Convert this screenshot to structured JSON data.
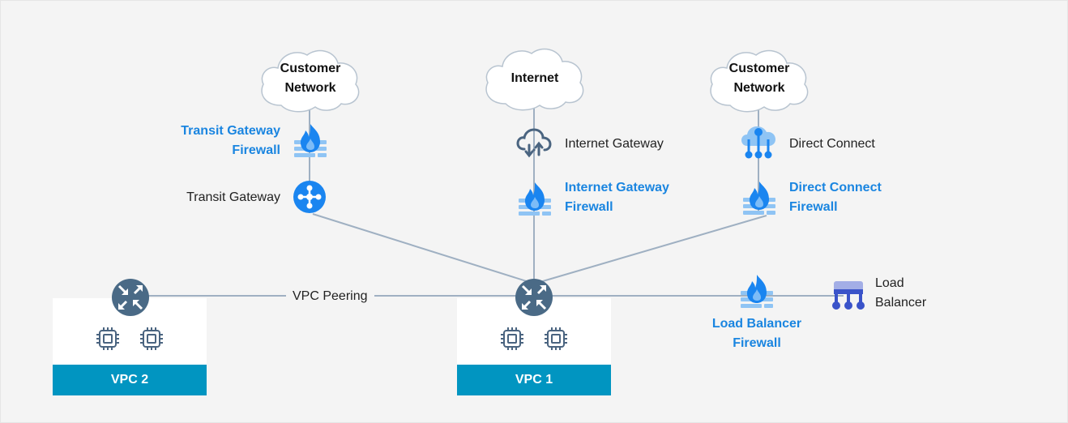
{
  "diagram": {
    "colors": {
      "background": "#f4f4f4",
      "line": "#9fb0c2",
      "accent_blue": "#1a85e0",
      "vpc_bar": "#0195c1",
      "router": "#4a6a86",
      "load_balancer": "#3a53c9"
    },
    "clouds": {
      "customer_network_left": "Customer Network",
      "customer_network_left_line1": "Customer",
      "customer_network_left_line2": "Network",
      "internet": "Internet",
      "customer_network_right_line1": "Customer",
      "customer_network_right_line2": "Network"
    },
    "nodes": {
      "transit_gateway_firewall_line1": "Transit Gateway",
      "transit_gateway_firewall_line2": "Firewall",
      "transit_gateway": "Transit Gateway",
      "internet_gateway": "Internet Gateway",
      "internet_gateway_firewall_line1": "Internet Gateway",
      "internet_gateway_firewall_line2": "Firewall",
      "direct_connect": "Direct Connect",
      "direct_connect_firewall_line1": "Direct Connect",
      "direct_connect_firewall_line2": "Firewall",
      "load_balancer_firewall_line1": "Load Balancer",
      "load_balancer_firewall_line2": "Firewall",
      "load_balancer_line1": "Load",
      "load_balancer_line2": "Balancer",
      "vpc_peering": "VPC Peering"
    },
    "vpcs": [
      {
        "name": "VPC 2",
        "instances": 2
      },
      {
        "name": "VPC 1",
        "instances": 2
      }
    ]
  }
}
